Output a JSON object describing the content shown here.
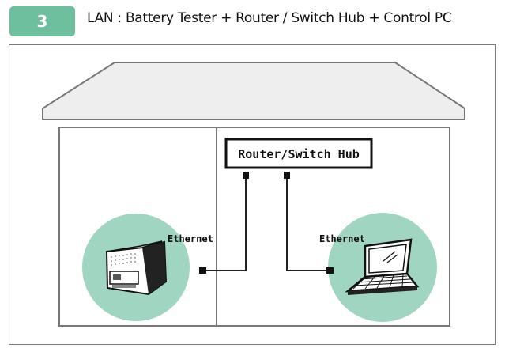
{
  "header": {
    "step_number": "3",
    "title": "LAN : Battery  Tester + Router / Switch Hub + Control PC"
  },
  "diagram": {
    "hub_label": "Router/Switch Hub",
    "left_device_label": "Ethernet",
    "right_device_label": "Ethernet"
  },
  "colors": {
    "accent_green": "#6dbf9e",
    "circle_fill": "#9fd5c1",
    "roof_fill": "#eeeeee",
    "line_dark": "#222222"
  }
}
